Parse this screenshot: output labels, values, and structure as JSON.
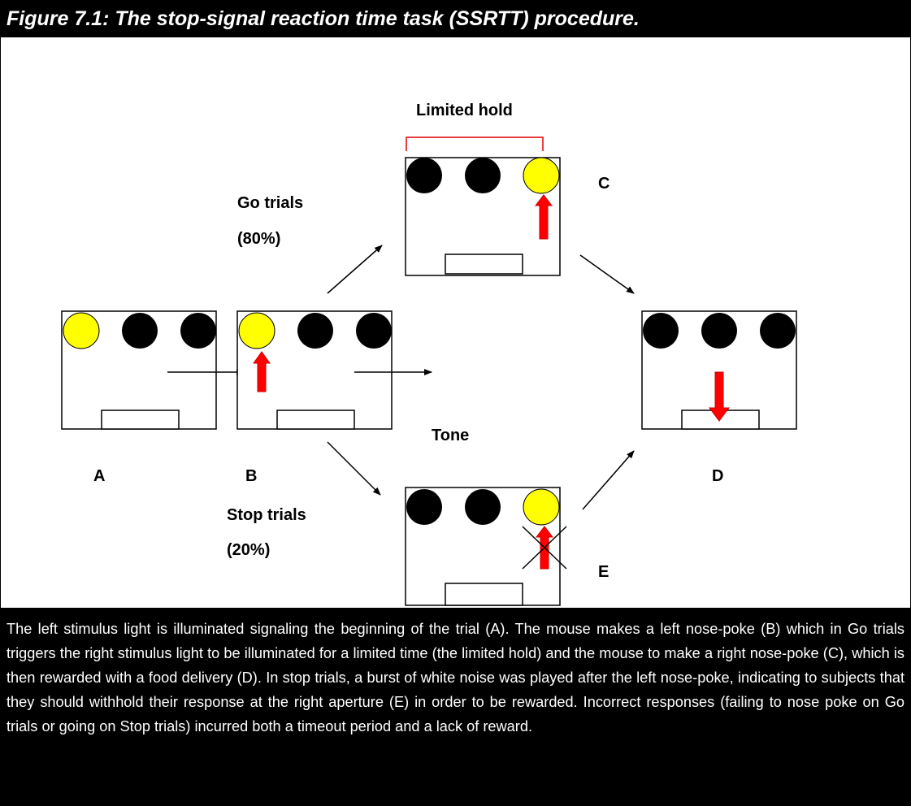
{
  "figure_title": "Figure 7.1: The stop-signal reaction time task (SSRTT) procedure.",
  "labels": {
    "limited_hold": "Limited hold",
    "go_trials_line1": "Go trials",
    "go_trials_line2": "(80%)",
    "stop_trials_line1": "Stop trials",
    "stop_trials_line2": "(20%)",
    "tone": "Tone",
    "panel_a": "A",
    "panel_b": "B",
    "panel_c": "C",
    "panel_d": "D",
    "panel_e": "E"
  },
  "caption": "The left stimulus light is illuminated signaling the beginning of the trial (A). The mouse makes a left nose-poke (B) which in Go trials triggers the right stimulus light to be illuminated for a limited time (the limited hold) and the mouse to make a right nose-poke (C), which is then rewarded with a food delivery (D). In stop trials, a burst of white noise was played after the left nose-poke, indicating to subjects that they should withhold their response at the right aperture (E) in order to be rewarded. Incorrect responses (failing to nose poke on Go trials or going on Stop trials) incurred both a timeout period and a lack of reward.",
  "colors": {
    "lit_light": "#ffff00",
    "unlit_light": "#000000",
    "arrow_red": "#ff0000",
    "limited_hold_bracket": "#e00000"
  }
}
